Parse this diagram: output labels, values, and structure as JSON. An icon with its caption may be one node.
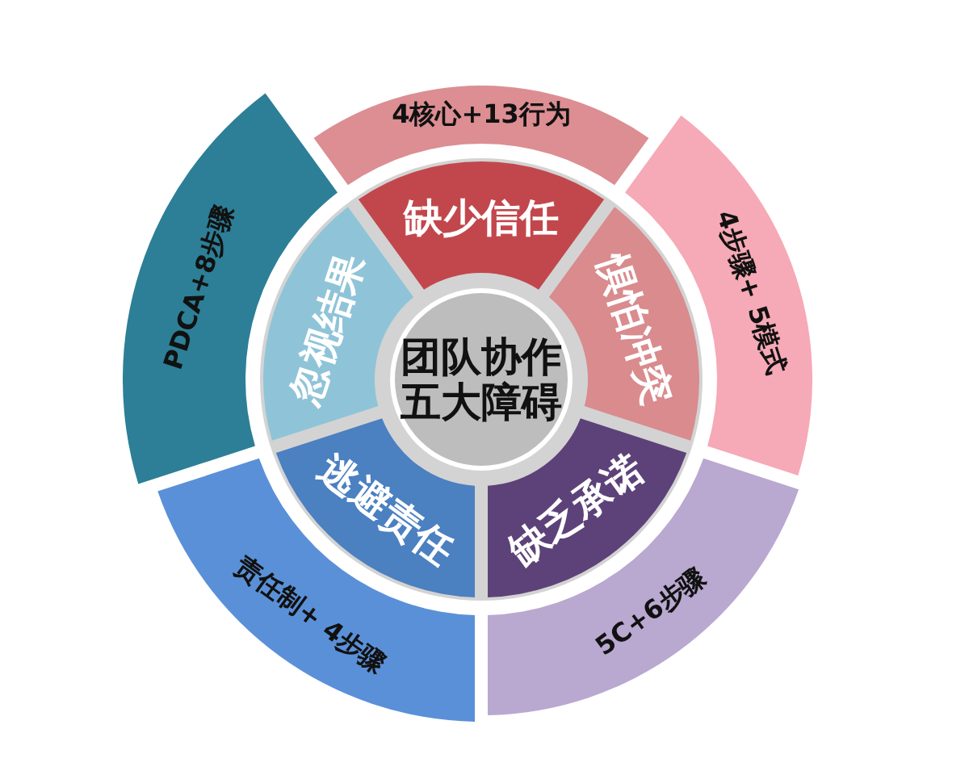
{
  "diagram": {
    "nodes": [
      {
        "text": [
          "团队协作五大障碍"
        ]
      },
      {
        "text": [
          "缺少信任"
        ]
      },
      {
        "text": [
          "惧怕冲突"
        ]
      },
      {
        "text": [
          "缺乏承诺"
        ]
      },
      {
        "text": [
          "逃避责任"
        ]
      },
      {
        "text": [
          "忽视结果"
        ]
      },
      {
        "text": [
          "4核心+13行为"
        ]
      },
      {
        "text": [
          "4步骤+ 5模式"
        ]
      },
      {
        "text": [
          "5C+6步骤"
        ]
      },
      {
        "text": [
          "责任制+ 4步骤"
        ]
      },
      {
        "text": [
          "PDCA+8步骤"
        ]
      }
    ]
  }
}
